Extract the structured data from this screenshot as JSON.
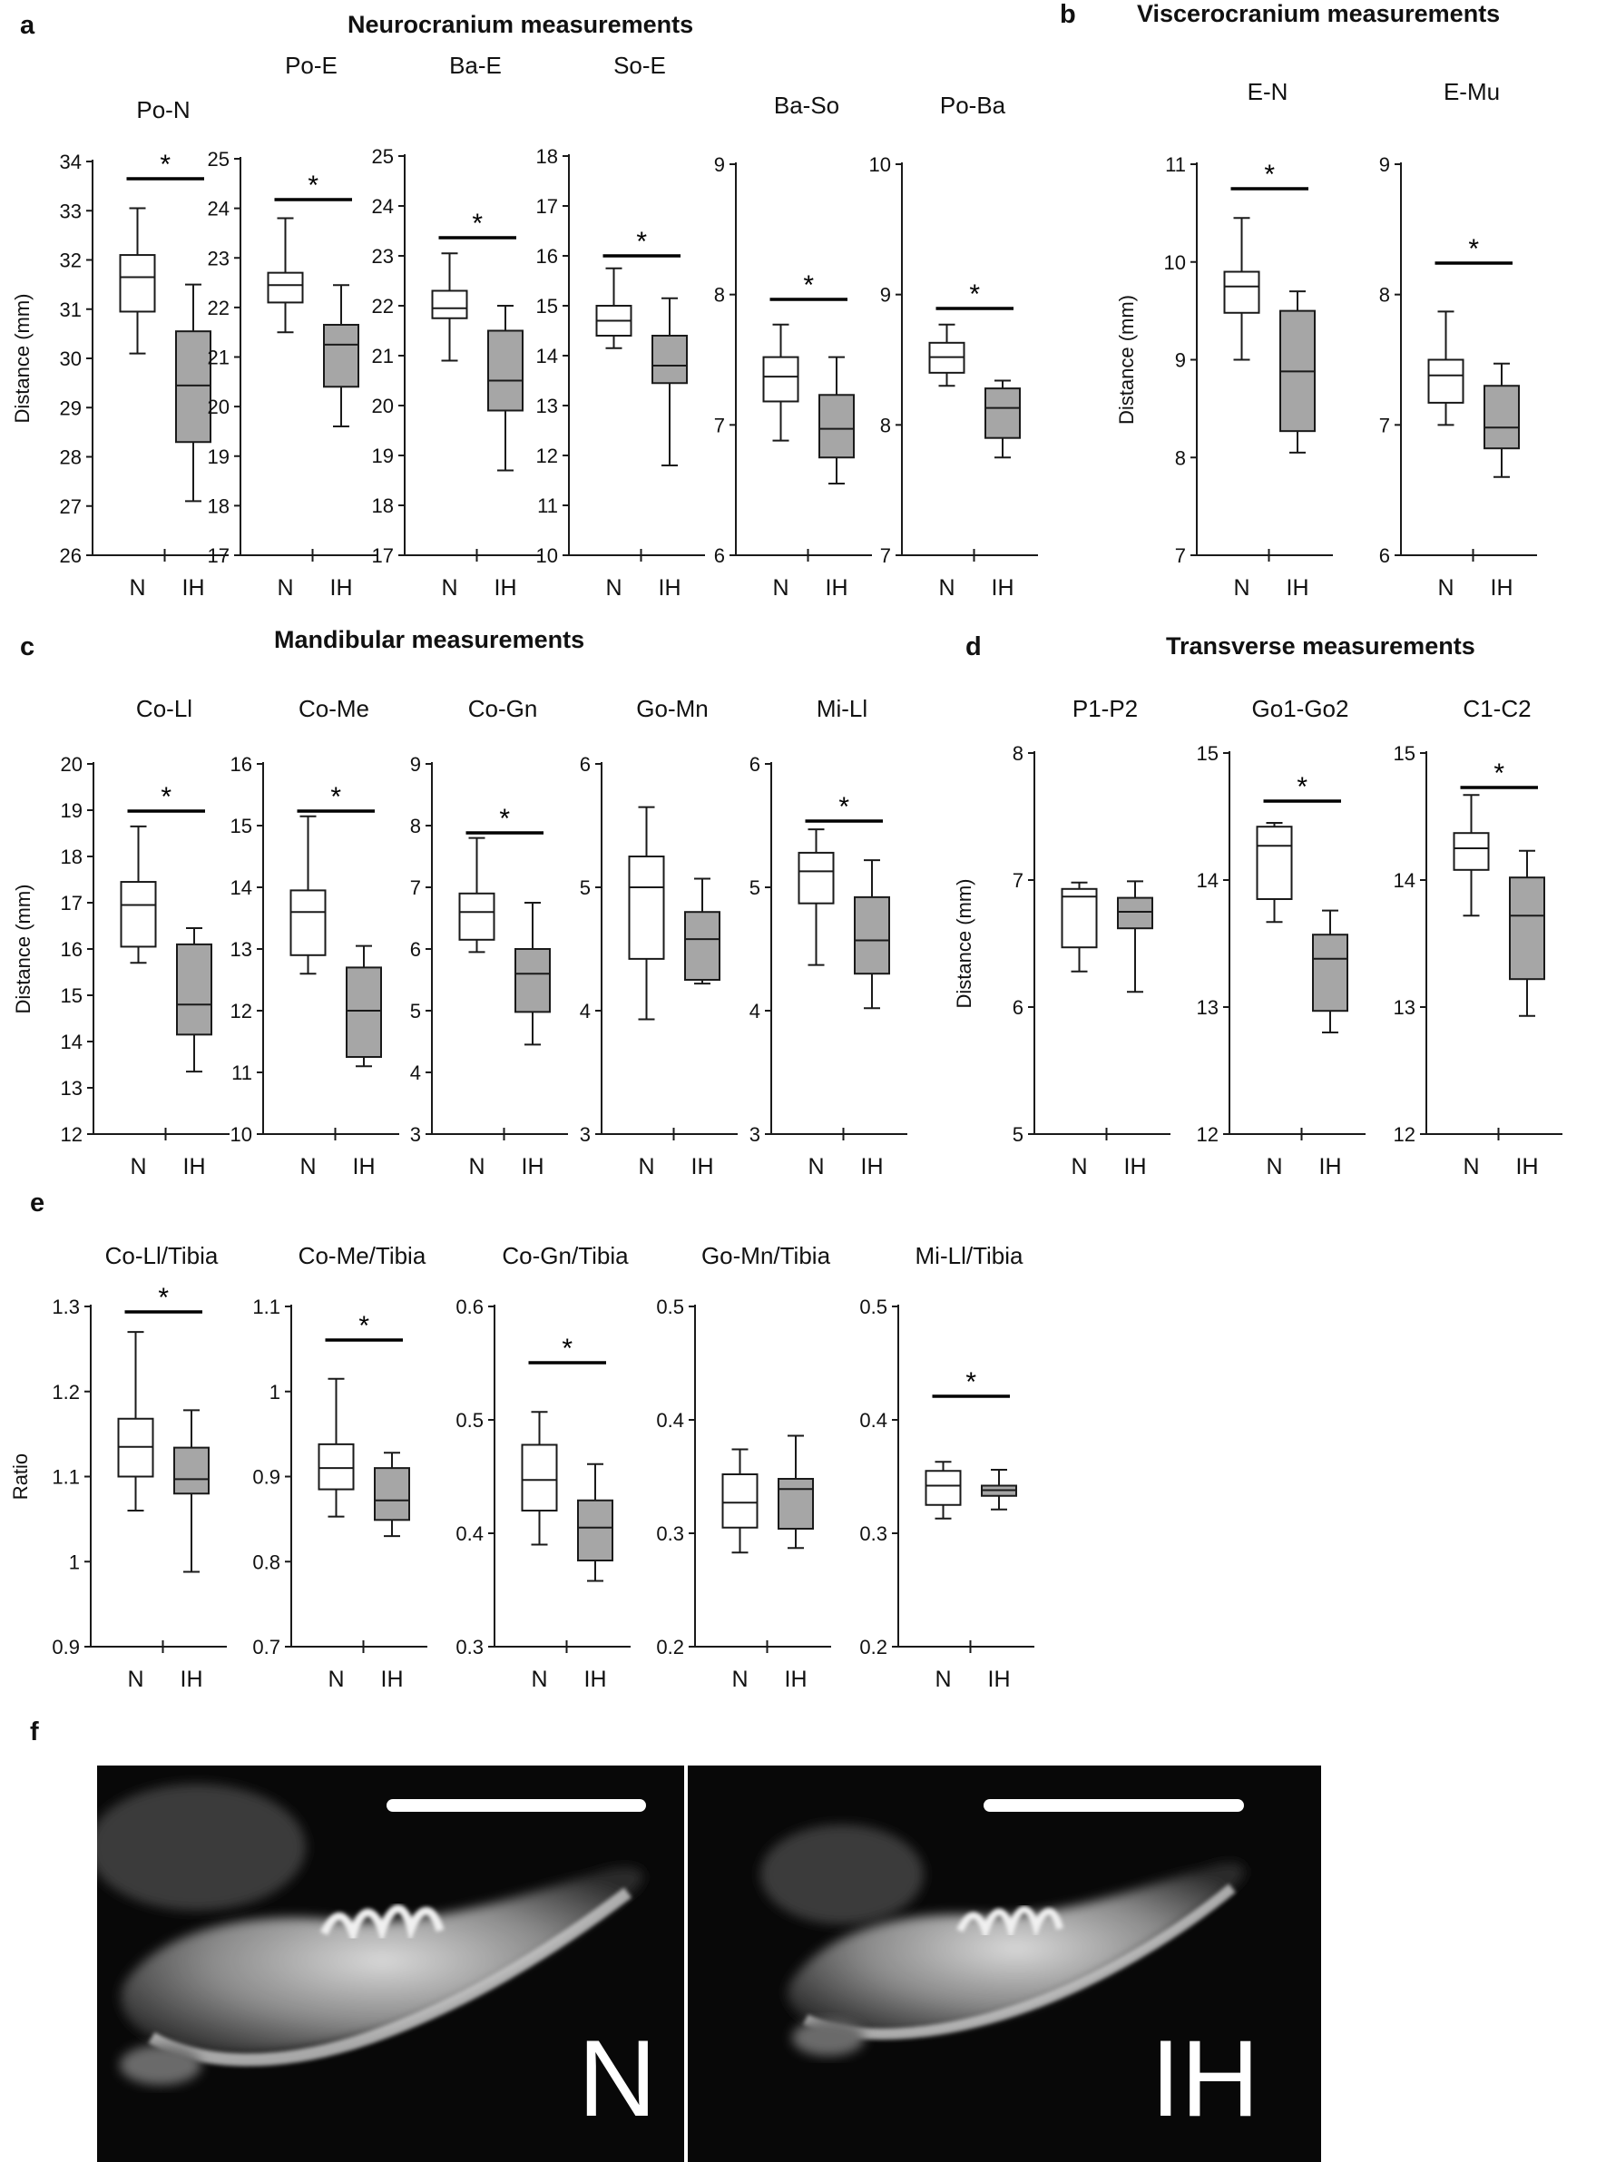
{
  "panels": {
    "a": {
      "letter": "a",
      "title": "Neurocranium measurements"
    },
    "b": {
      "letter": "b",
      "title": "Viscerocranium measurements"
    },
    "c": {
      "letter": "c",
      "title": "Mandibular measurements"
    },
    "d": {
      "letter": "d",
      "title": "Transverse measurements"
    },
    "e": {
      "letter": "e",
      "title": ""
    },
    "f": {
      "letter": "f",
      "title": ""
    }
  },
  "colors": {
    "normoxia_fill": "#ffffff",
    "ih_fill": "#a6a6a6",
    "line": "#1a1a1a",
    "xray_bg": "#080808"
  },
  "groups": [
    "N",
    "IH"
  ],
  "significance_marker": "*",
  "chart_data": [
    {
      "type": "box",
      "title": "Po-N",
      "ylabel": "Distance (mm)",
      "ylim": [
        26,
        34
      ],
      "ticks": [
        "26",
        "27",
        "28",
        "29",
        "30",
        "31",
        "32",
        "33",
        "34"
      ],
      "significant": true,
      "series": [
        {
          "name": "N",
          "min": 30.1,
          "q1": 30.95,
          "median": 31.65,
          "q3": 32.1,
          "max": 33.05
        },
        {
          "name": "IH",
          "min": 27.1,
          "q1": 28.3,
          "median": 29.45,
          "q3": 30.55,
          "max": 31.5
        }
      ]
    },
    {
      "type": "box",
      "title": "Po-E",
      "ylabel": "",
      "ylim": [
        17,
        25
      ],
      "ticks": [
        "17",
        "18",
        "19",
        "20",
        "21",
        "22",
        "23",
        "24",
        "25"
      ],
      "significant": true,
      "series": [
        {
          "name": "N",
          "min": 21.5,
          "q1": 22.1,
          "median": 22.45,
          "q3": 22.7,
          "max": 23.8
        },
        {
          "name": "IH",
          "min": 19.6,
          "q1": 20.4,
          "median": 21.25,
          "q3": 21.65,
          "max": 22.45
        }
      ]
    },
    {
      "type": "box",
      "title": "Ba-E",
      "ylabel": "",
      "ylim": [
        17,
        25
      ],
      "ticks": [
        "17",
        "18",
        "19",
        "20",
        "21",
        "22",
        "23",
        "24",
        "25"
      ],
      "significant": true,
      "series": [
        {
          "name": "N",
          "min": 20.9,
          "q1": 21.75,
          "median": 21.95,
          "q3": 22.3,
          "max": 23.05
        },
        {
          "name": "IH",
          "min": 18.7,
          "q1": 19.9,
          "median": 20.5,
          "q3": 21.5,
          "max": 22.0
        }
      ]
    },
    {
      "type": "box",
      "title": "So-E",
      "ylabel": "",
      "ylim": [
        10,
        18
      ],
      "ticks": [
        "10",
        "11",
        "12",
        "13",
        "14",
        "15",
        "16",
        "17",
        "18"
      ],
      "significant": true,
      "series": [
        {
          "name": "N",
          "min": 14.15,
          "q1": 14.4,
          "median": 14.7,
          "q3": 15.0,
          "max": 15.75
        },
        {
          "name": "IH",
          "min": 11.8,
          "q1": 13.45,
          "median": 13.8,
          "q3": 14.4,
          "max": 15.15
        }
      ]
    },
    {
      "type": "box",
      "title": "Ba-So",
      "ylabel": "",
      "ylim": [
        6,
        9
      ],
      "ticks": [
        "6",
        "7",
        "8",
        "9"
      ],
      "significant": true,
      "series": [
        {
          "name": "N",
          "min": 6.88,
          "q1": 7.18,
          "median": 7.37,
          "q3": 7.52,
          "max": 7.77
        },
        {
          "name": "IH",
          "min": 6.55,
          "q1": 6.75,
          "median": 6.97,
          "q3": 7.23,
          "max": 7.52
        }
      ]
    },
    {
      "type": "box",
      "title": "Po-Ba",
      "ylabel": "",
      "ylim": [
        7,
        10
      ],
      "ticks": [
        "7",
        "8",
        "9",
        "10"
      ],
      "significant": true,
      "series": [
        {
          "name": "N",
          "min": 8.3,
          "q1": 8.4,
          "median": 8.52,
          "q3": 8.63,
          "max": 8.77
        },
        {
          "name": "IH",
          "min": 7.75,
          "q1": 7.9,
          "median": 8.13,
          "q3": 8.28,
          "max": 8.34
        }
      ]
    },
    {
      "type": "box",
      "title": "E-N",
      "ylabel": "Distance (mm)",
      "ylim": [
        7,
        11
      ],
      "ticks": [
        "7",
        "8",
        "9",
        "10",
        "11"
      ],
      "significant": true,
      "series": [
        {
          "name": "N",
          "min": 9.0,
          "q1": 9.48,
          "median": 9.75,
          "q3": 9.9,
          "max": 10.45
        },
        {
          "name": "IH",
          "min": 8.05,
          "q1": 8.27,
          "median": 8.88,
          "q3": 9.5,
          "max": 9.7
        }
      ]
    },
    {
      "type": "box",
      "title": "E-Mu",
      "ylabel": "",
      "ylim": [
        6,
        9
      ],
      "ticks": [
        "6",
        "7",
        "8",
        "9"
      ],
      "significant": true,
      "series": [
        {
          "name": "N",
          "min": 7.0,
          "q1": 7.17,
          "median": 7.38,
          "q3": 7.5,
          "max": 7.87
        },
        {
          "name": "IH",
          "min": 6.6,
          "q1": 6.82,
          "median": 6.98,
          "q3": 7.3,
          "max": 7.47
        }
      ]
    },
    {
      "type": "box",
      "title": "Co-Ll",
      "ylabel": "Distance (mm)",
      "ylim": [
        12,
        20
      ],
      "ticks": [
        "12",
        "13",
        "14",
        "15",
        "16",
        "17",
        "18",
        "19",
        "20"
      ],
      "significant": true,
      "series": [
        {
          "name": "N",
          "min": 15.7,
          "q1": 16.05,
          "median": 16.95,
          "q3": 17.45,
          "max": 18.65
        },
        {
          "name": "IH",
          "min": 13.35,
          "q1": 14.15,
          "median": 14.8,
          "q3": 16.1,
          "max": 16.45
        }
      ]
    },
    {
      "type": "box",
      "title": "Co-Me",
      "ylabel": "",
      "ylim": [
        10,
        16
      ],
      "ticks": [
        "10",
        "11",
        "12",
        "13",
        "14",
        "15",
        "16"
      ],
      "significant": true,
      "series": [
        {
          "name": "N",
          "min": 12.6,
          "q1": 12.9,
          "median": 13.6,
          "q3": 13.95,
          "max": 15.15
        },
        {
          "name": "IH",
          "min": 11.1,
          "q1": 11.25,
          "median": 12.0,
          "q3": 12.7,
          "max": 13.05
        }
      ]
    },
    {
      "type": "box",
      "title": "Co-Gn",
      "ylabel": "",
      "ylim": [
        3,
        9
      ],
      "ticks": [
        "3",
        "4",
        "5",
        "6",
        "7",
        "8",
        "9"
      ],
      "significant": true,
      "series": [
        {
          "name": "N",
          "min": 5.95,
          "q1": 6.15,
          "median": 6.6,
          "q3": 6.9,
          "max": 7.8
        },
        {
          "name": "IH",
          "min": 4.45,
          "q1": 4.98,
          "median": 5.6,
          "q3": 6.0,
          "max": 6.75
        }
      ]
    },
    {
      "type": "box",
      "title": "Go-Mn",
      "ylabel": "",
      "ylim": [
        3,
        6
      ],
      "ticks": [
        "3",
        "4",
        "5",
        "6"
      ],
      "significant": false,
      "series": [
        {
          "name": "N",
          "min": 3.93,
          "q1": 4.42,
          "median": 5.0,
          "q3": 5.25,
          "max": 5.65
        },
        {
          "name": "IH",
          "min": 4.22,
          "q1": 4.25,
          "median": 4.58,
          "q3": 4.8,
          "max": 5.07
        }
      ]
    },
    {
      "type": "box",
      "title": "Mi-Ll",
      "ylabel": "",
      "ylim": [
        3,
        6
      ],
      "ticks": [
        "3",
        "4",
        "5",
        "6"
      ],
      "significant": true,
      "series": [
        {
          "name": "N",
          "min": 4.37,
          "q1": 4.87,
          "median": 5.13,
          "q3": 5.28,
          "max": 5.47
        },
        {
          "name": "IH",
          "min": 4.02,
          "q1": 4.3,
          "median": 4.57,
          "q3": 4.92,
          "max": 5.22
        }
      ]
    },
    {
      "type": "box",
      "title": "P1-P2",
      "ylabel": "Distance (mm)",
      "ylim": [
        5,
        8
      ],
      "ticks": [
        "5",
        "6",
        "7",
        "8"
      ],
      "significant": false,
      "series": [
        {
          "name": "N",
          "min": 6.28,
          "q1": 6.47,
          "median": 6.87,
          "q3": 6.93,
          "max": 6.98
        },
        {
          "name": "IH",
          "min": 6.12,
          "q1": 6.62,
          "median": 6.75,
          "q3": 6.86,
          "max": 6.99
        }
      ]
    },
    {
      "type": "box",
      "title": "Go1-Go2",
      "ylabel": "",
      "ylim": [
        12,
        15
      ],
      "ticks": [
        "12",
        "13",
        "14",
        "15"
      ],
      "significant": true,
      "series": [
        {
          "name": "N",
          "min": 13.67,
          "q1": 13.85,
          "median": 14.27,
          "q3": 14.42,
          "max": 14.45
        },
        {
          "name": "IH",
          "min": 12.8,
          "q1": 12.97,
          "median": 13.38,
          "q3": 13.57,
          "max": 13.76
        }
      ]
    },
    {
      "type": "box",
      "title": "C1-C2",
      "ylabel": "",
      "ylim": [
        12,
        15
      ],
      "ticks": [
        "12",
        "13",
        "14",
        "15"
      ],
      "significant": true,
      "series": [
        {
          "name": "N",
          "min": 13.72,
          "q1": 14.08,
          "median": 14.25,
          "q3": 14.37,
          "max": 14.67
        },
        {
          "name": "IH",
          "min": 12.93,
          "q1": 13.22,
          "median": 13.72,
          "q3": 14.02,
          "max": 14.23
        }
      ]
    },
    {
      "type": "box",
      "title": "Co-Ll/Tibia",
      "ylabel": "Ratio",
      "ylim": [
        0.9,
        1.3
      ],
      "ticks": [
        "0.9",
        "1",
        "1.1",
        "1.2",
        "1.3"
      ],
      "significant": true,
      "series": [
        {
          "name": "N",
          "min": 1.06,
          "q1": 1.1,
          "median": 1.135,
          "q3": 1.168,
          "max": 1.27
        },
        {
          "name": "IH",
          "min": 0.988,
          "q1": 1.08,
          "median": 1.097,
          "q3": 1.134,
          "max": 1.178
        }
      ]
    },
    {
      "type": "box",
      "title": "Co-Me/Tibia",
      "ylabel": "",
      "ylim": [
        0.7,
        1.1
      ],
      "ticks": [
        "0.7",
        "0.8",
        "0.9",
        "1",
        "1.1"
      ],
      "significant": true,
      "series": [
        {
          "name": "N",
          "min": 0.853,
          "q1": 0.885,
          "median": 0.91,
          "q3": 0.938,
          "max": 1.015
        },
        {
          "name": "IH",
          "min": 0.83,
          "q1": 0.849,
          "median": 0.872,
          "q3": 0.91,
          "max": 0.928
        }
      ]
    },
    {
      "type": "box",
      "title": "Co-Gn/Tibia",
      "ylabel": "",
      "ylim": [
        0.3,
        0.6
      ],
      "ticks": [
        "0.3",
        "0.4",
        "0.5",
        "0.6"
      ],
      "significant": true,
      "series": [
        {
          "name": "N",
          "min": 0.39,
          "q1": 0.42,
          "median": 0.447,
          "q3": 0.478,
          "max": 0.507
        },
        {
          "name": "IH",
          "min": 0.358,
          "q1": 0.376,
          "median": 0.405,
          "q3": 0.429,
          "max": 0.461
        }
      ]
    },
    {
      "type": "box",
      "title": "Go-Mn/Tibia",
      "ylabel": "",
      "ylim": [
        0.2,
        0.5
      ],
      "ticks": [
        "0.2",
        "0.3",
        "0.4",
        "0.5"
      ],
      "significant": false,
      "series": [
        {
          "name": "N",
          "min": 0.283,
          "q1": 0.305,
          "median": 0.327,
          "q3": 0.352,
          "max": 0.374
        },
        {
          "name": "IH",
          "min": 0.287,
          "q1": 0.304,
          "median": 0.339,
          "q3": 0.348,
          "max": 0.386
        }
      ]
    },
    {
      "type": "box",
      "title": "Mi-Ll/Tibia",
      "ylabel": "",
      "ylim": [
        0.2,
        0.5
      ],
      "ticks": [
        "0.2",
        "0.3",
        "0.4",
        "0.5"
      ],
      "significant": true,
      "series": [
        {
          "name": "N",
          "min": 0.313,
          "q1": 0.325,
          "median": 0.342,
          "q3": 0.355,
          "max": 0.363
        },
        {
          "name": "IH",
          "min": 0.321,
          "q1": 0.333,
          "median": 0.338,
          "q3": 0.342,
          "max": 0.356
        }
      ]
    }
  ],
  "xray": {
    "images": [
      {
        "label": "N"
      },
      {
        "label": "IH"
      }
    ],
    "scalebar": "scale bar"
  }
}
